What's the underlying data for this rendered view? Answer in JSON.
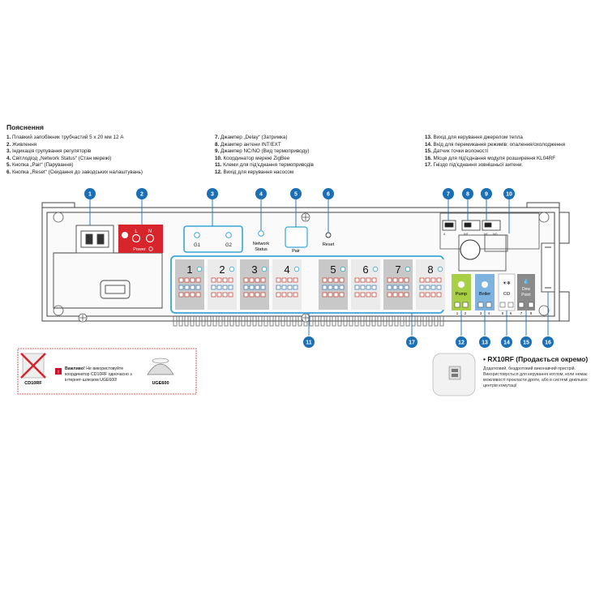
{
  "legend": {
    "title": "Пояснення",
    "columns": [
      [
        {
          "num": "1.",
          "text": "Плавкий запобіжник трубчастий 5 x 20 мм 12 A"
        },
        {
          "num": "2.",
          "text": "Живлення"
        },
        {
          "num": "3.",
          "text": "Індикація групування регуляторів"
        },
        {
          "num": "4.",
          "text": "Світлодіод „Network Status“ (Стан мережі)"
        },
        {
          "num": "5.",
          "text": "Кнопка „Pair“ (Парування)"
        },
        {
          "num": "6.",
          "text": "Кнопка „Reset“ (Скидання до заводських налаштувань)"
        }
      ],
      [
        {
          "num": "7.",
          "text": "Джампер „Delay“ (Затримка)"
        },
        {
          "num": "8.",
          "text": "Джампер антени INT/EXT"
        },
        {
          "num": "9.",
          "text": "Джампер NC/NO (Вид термоприводу)"
        },
        {
          "num": "10.",
          "text": "Координатор мережі ZigBee"
        },
        {
          "num": "11.",
          "text": "Клеми для під'єднання термоприводів"
        },
        {
          "num": "12.",
          "text": "Вихід для керування насосом"
        }
      ],
      [
        {
          "num": "13.",
          "text": "Вихід для керування джерелом тепла"
        },
        {
          "num": "14.",
          "text": "Вхід для перемикання режимів: опалення/охолодження"
        },
        {
          "num": "15.",
          "text": "Датчик точки волоності"
        },
        {
          "num": "16.",
          "text": "Місце для під'єднання модуля розширення KL04RF"
        },
        {
          "num": "17.",
          "text": "Гніздо під'єднання зовнішньої антени."
        }
      ]
    ]
  },
  "board": {
    "power_L": "L",
    "power_N": "N",
    "power_label": "Power",
    "g1": "G1",
    "g2": "G2",
    "network_status": [
      "Network",
      "Status"
    ],
    "pair": "Pair",
    "reset": "Reset",
    "zones": [
      "1",
      "2",
      "3",
      "4",
      "5",
      "6",
      "7",
      "8"
    ],
    "pump": "Pump",
    "boiler": "Boiler",
    "co": "CO",
    "dew_point": [
      "Dew",
      "Point"
    ],
    "term_numbers": [
      "1",
      "2",
      "3",
      "4",
      "5",
      "6",
      "7",
      "8"
    ],
    "ant_labels": [
      "A",
      "INT",
      "NC",
      "NO"
    ]
  },
  "callouts": [
    "1",
    "2",
    "3",
    "4",
    "5",
    "6",
    "7",
    "8",
    "9",
    "10",
    "11",
    "12",
    "13",
    "14",
    "15",
    "16",
    "17"
  ],
  "note": {
    "device": "CD10RF",
    "bold": "Важливо!",
    "lines": [
      "Не використовуйте",
      "координатор CD10RF одночасно з",
      "інтернет-шлюзом UGE600!"
    ],
    "device2": "UGE600"
  },
  "rx": {
    "title": "• RX10RF (Продається окремо)",
    "desc": "Додатковий, бездротовий виконавчий пристрій. Використовується для керування котлом, коли немає можливості прокласти дроти, або в системі декількох центрів комутації"
  },
  "colors": {
    "callout": "#1a6fb5",
    "highlight": "#3aa6d6",
    "power_red": "#d7252b",
    "pump_green": "#a8cf45",
    "boiler_blue": "#7db3de",
    "dew_grey": "#8a8a8a",
    "zone_grey": "#c8c8c8"
  }
}
